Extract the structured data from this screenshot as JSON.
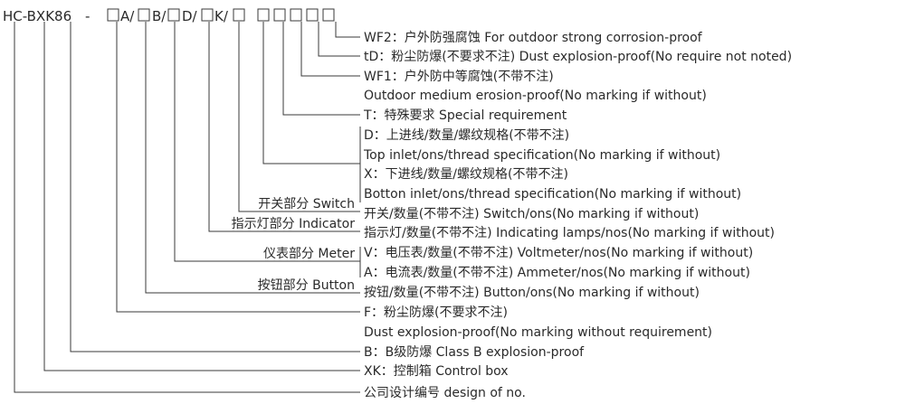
{
  "code_parts": [
    "HC-BXK86",
    "-",
    "A/",
    "B/",
    "D/",
    "K/"
  ],
  "descriptions": [
    "WF2：户外防强腐蚀 For outdoor strong corrosion-proof",
    "tD：粉尘防爆(不要求不注) Dust explosion-proof(No require not noted)",
    "WF1：户外防中等腐蚀(不带不注)",
    "Outdoor medium erosion-proof(No marking if without)",
    "T：特殊要求  Special requirement",
    "D：上进线/数量/螺纹规格(不带不注)",
    "Top inlet/ons/thread specification(No marking if without)",
    "X：下进线/数量/螺纹规格(不带不注)",
    "Botton inlet/ons/thread specification(No marking if without)",
    "开关/数量(不带不注)  Switch/ons(No marking if without)",
    "指示灯/数量(不带不注)  Indicating lamps/nos(No marking if without)",
    "V：电压表/数量(不带不注)  Voltmeter/nos(No marking if without)",
    "A：电流表/数量(不带不注)  Ammeter/nos(No marking if without)",
    "按钮/数量(不带不注)  Button/ons(No marking if without)",
    "F：粉尘防爆(不要求不注)",
    "Dust explosion-proof(No marking without requirement)",
    "B：B级防爆  Class B explosion-proof",
    "XK：控制箱  Control box",
    "公司设计编号 design of no."
  ],
  "section_labels": [
    "开关部分  Switch",
    "指示灯部分  Indicator",
    "仪表部分  Meter",
    "按钮部分  Button"
  ]
}
